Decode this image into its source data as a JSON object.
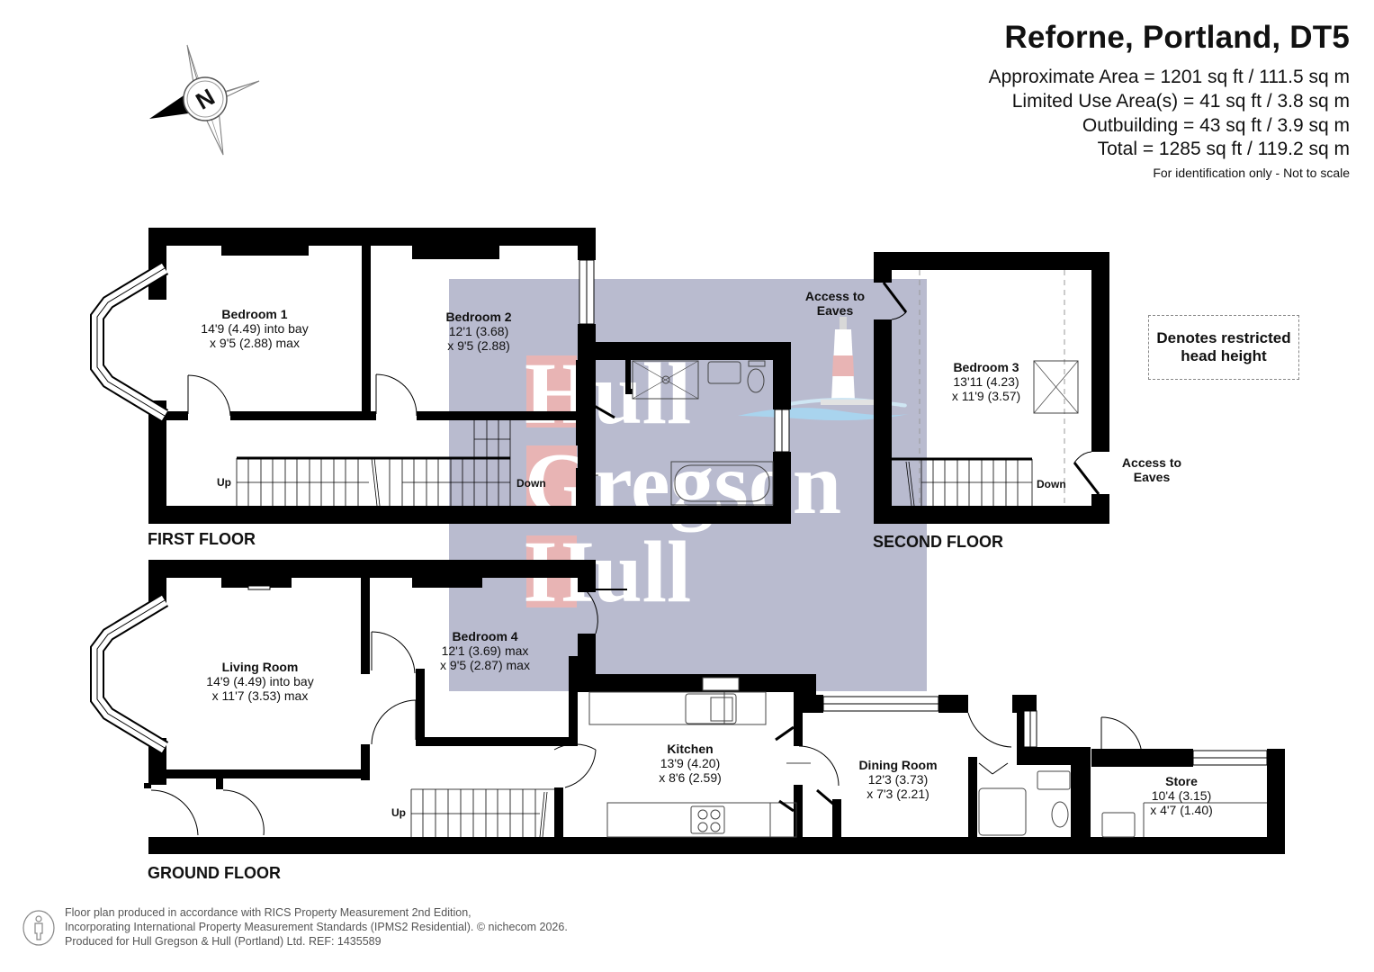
{
  "header": {
    "title": "Reforne, Portland, DT5",
    "areas": [
      "Approximate Area = 1201 sq ft / 111.5 sq m",
      "Limited Use Area(s) = 41 sq ft / 3.8 sq m",
      "Outbuilding = 43 sq ft / 3.9 sq m",
      "Total = 1285 sq ft / 119.2 sq m"
    ],
    "disclaimer": "For identification only - Not to scale"
  },
  "compass": {
    "icon": "compass-north-icon",
    "letter": "N"
  },
  "watermark": {
    "lines": [
      "Hull",
      "Gregson",
      "Hull"
    ],
    "icon": "lighthouse-icon",
    "colors": {
      "panel": "#b9bbcf",
      "initial_block": "#e8b4b4",
      "text": "#ffffff"
    }
  },
  "legend": {
    "text": "Denotes restricted head height"
  },
  "floors": {
    "first": {
      "label": "FIRST FLOOR",
      "rooms": [
        {
          "name": "Bedroom 1",
          "dims": [
            "14'9 (4.49) into bay",
            "x 9'5 (2.88) max"
          ]
        },
        {
          "name": "Bedroom 2",
          "dims": [
            "12'1 (3.68)",
            "x 9'5 (2.88)"
          ]
        }
      ],
      "stairs": {
        "up": "Up",
        "down": "Down"
      }
    },
    "second": {
      "label": "SECOND FLOOR",
      "rooms": [
        {
          "name": "Bedroom 3",
          "dims": [
            "13'11 (4.23)",
            "x 11'9 (3.57)"
          ]
        }
      ],
      "stairs": {
        "down": "Down"
      },
      "eaves_left": [
        "Access to",
        "Eaves"
      ],
      "eaves_right": [
        "Access to",
        "Eaves"
      ]
    },
    "ground": {
      "label": "GROUND FLOOR",
      "rooms": [
        {
          "name": "Living Room",
          "dims": [
            "14'9 (4.49) into bay",
            "x 11'7 (3.53) max"
          ]
        },
        {
          "name": "Bedroom 4",
          "dims": [
            "12'1 (3.69) max",
            "x 9'5 (2.87) max"
          ]
        },
        {
          "name": "Kitchen",
          "dims": [
            "13'9 (4.20)",
            "x 8'6 (2.59)"
          ]
        },
        {
          "name": "Dining Room",
          "dims": [
            "12'3 (3.73)",
            "x 7'3 (2.21)"
          ]
        },
        {
          "name": "Store",
          "dims": [
            "10'4 (3.15)",
            "x 4'7 (1.40)"
          ]
        }
      ],
      "stairs": {
        "up": "Up"
      }
    }
  },
  "footer": {
    "lines": [
      "Floor plan produced in accordance with RICS Property Measurement 2nd Edition,",
      "Incorporating International Property Measurement Standards (IPMS2 Residential).   © nichecom 2026.",
      "Produced for Hull Gregson & Hull (Portland) Ltd.   REF: 1435589"
    ],
    "icon": "person-measure-icon"
  }
}
